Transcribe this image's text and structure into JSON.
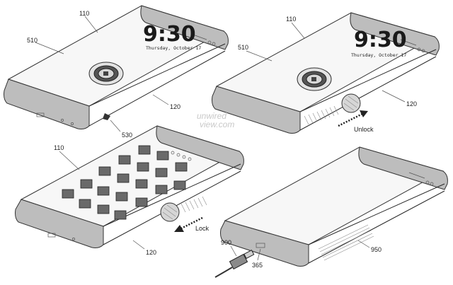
{
  "figures": {
    "top_left": {
      "time": "9:30",
      "date": "Thursday, October 17",
      "labels": {
        "device": "110",
        "screen": "510",
        "edge": "120",
        "touch": "530"
      }
    },
    "top_right": {
      "time": "9:30",
      "date": "Thursday, October 17",
      "labels": {
        "device": "110",
        "screen": "510",
        "edge": "120"
      },
      "gesture": "Unlock"
    },
    "bottom_left": {
      "labels": {
        "device": "110",
        "edge": "120"
      },
      "gesture": "Lock"
    },
    "bottom_right": {
      "labels": {
        "cable": "900",
        "port": "365",
        "speaker": "950"
      }
    }
  },
  "watermark": {
    "line1": "unwired",
    "line2": "view.com"
  },
  "colors": {
    "edge": "#bdbdbd",
    "line": "#2a2a2a",
    "screen": "#f7f7f7"
  }
}
